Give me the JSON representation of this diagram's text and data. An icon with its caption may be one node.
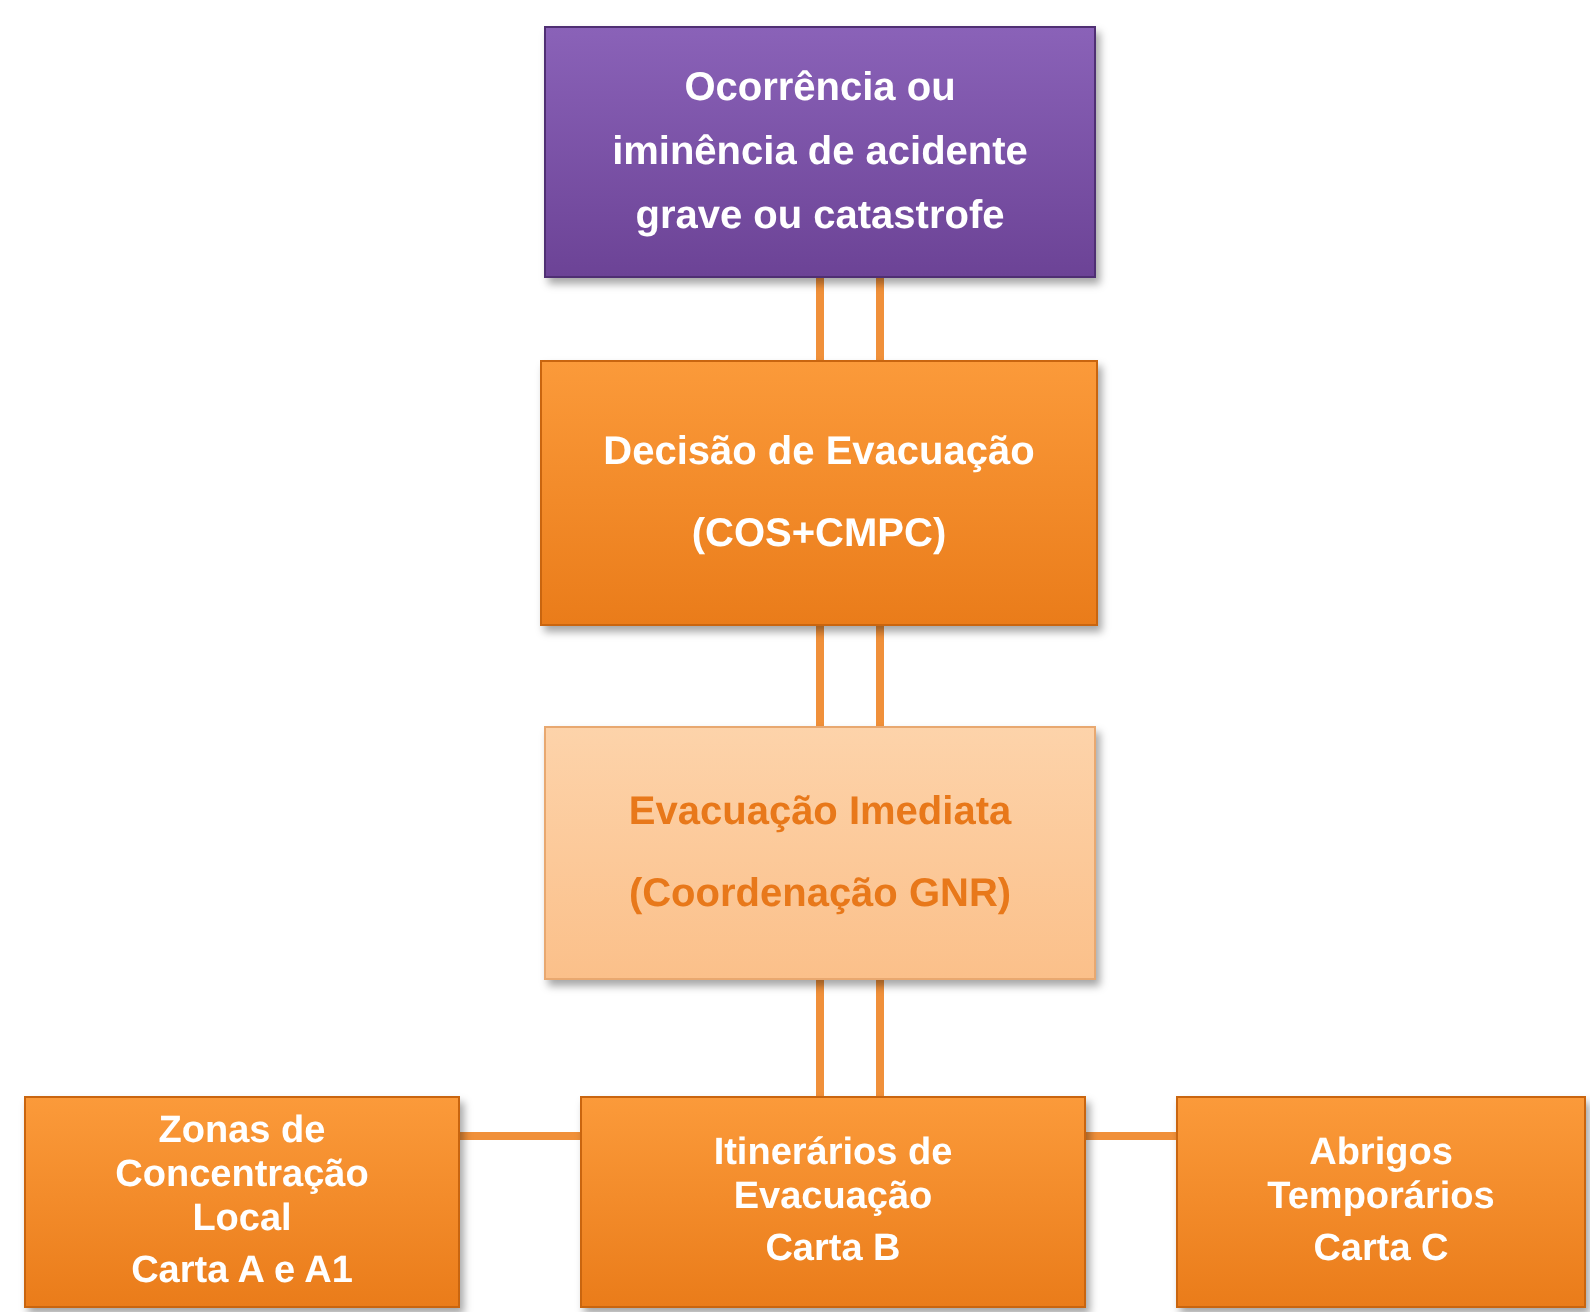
{
  "diagram": {
    "nodes": [
      {
        "text": [
          "Ocorrência ou iminência de acidente grave ou catastrofe"
        ]
      },
      {
        "text": [
          "Decisão de Evacuação",
          "(COS+CMPC)"
        ]
      },
      {
        "text": [
          "Evacuação Imediata",
          "(Coordenação GNR)"
        ]
      },
      {
        "text": [
          "Zonas de Concentração Local",
          "Carta A e A1"
        ]
      },
      {
        "text": [
          "Itinerários de Evacuação",
          "Carta B"
        ]
      },
      {
        "text": [
          "Abrigos Temporários",
          "Carta C"
        ]
      }
    ],
    "edges": [
      {
        "from": 0,
        "to": 1,
        "arrow": "none"
      },
      {
        "from": 1,
        "to": 2,
        "arrow": "none"
      },
      {
        "from": 2,
        "to": 4,
        "arrow": "none"
      },
      {
        "from": 3,
        "to": 4,
        "arrow": "none"
      },
      {
        "from": 4,
        "to": 5,
        "arrow": "none"
      }
    ]
  }
}
